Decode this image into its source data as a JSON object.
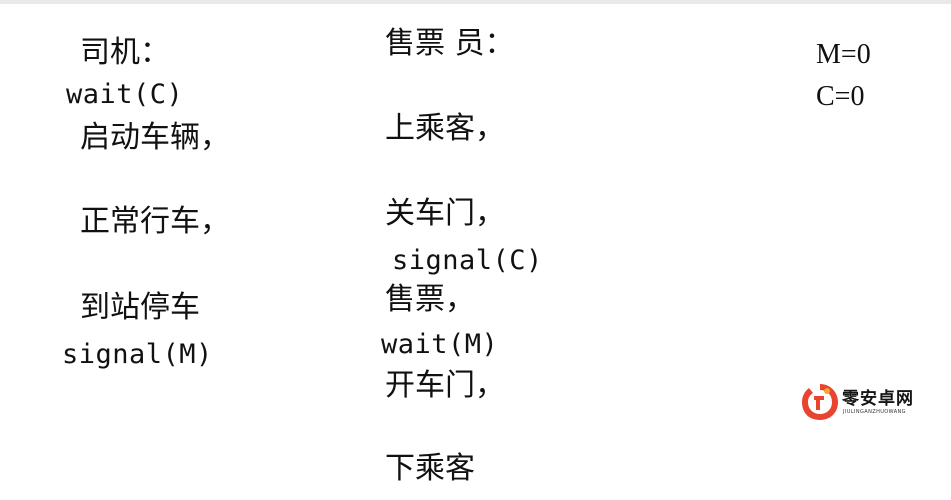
{
  "driver": {
    "heading": "司机：",
    "lines": [
      "wait(C)",
      "启动车辆，",
      "正常行车，",
      "到站停车",
      "signal(M)"
    ]
  },
  "conductor": {
    "heading": "售票 员：",
    "lines": [
      "上乘客，",
      "关车门，",
      "signal(C)",
      "售票，",
      "wait(M)",
      "开车门，",
      "下乘客"
    ]
  },
  "semaphores": {
    "init": [
      "M=0",
      "C=0"
    ]
  },
  "watermark": {
    "name": "零安卓网",
    "subtitle": "JIULINGANZHUOWANG",
    "badge_color": "#e8442f",
    "badge_accent": "#f4a62a"
  }
}
